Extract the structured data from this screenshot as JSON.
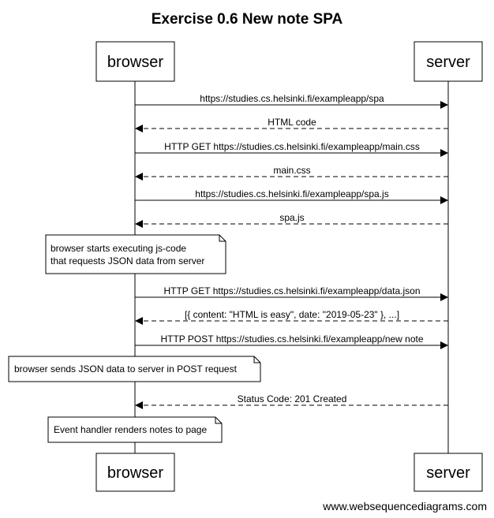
{
  "diagram": {
    "title": "Exercise 0.6 New note SPA",
    "participants": [
      "browser",
      "server"
    ],
    "steps": [
      {
        "kind": "message",
        "from": "browser",
        "to": "server",
        "style": "solid",
        "text": "https://studies.cs.helsinki.fi/exampleapp/spa"
      },
      {
        "kind": "message",
        "from": "server",
        "to": "browser",
        "style": "dashed",
        "text": "HTML code"
      },
      {
        "kind": "message",
        "from": "browser",
        "to": "server",
        "style": "solid",
        "text": "HTTP GET https://studies.cs.helsinki.fi/exampleapp/main.css"
      },
      {
        "kind": "message",
        "from": "server",
        "to": "browser",
        "style": "dashed",
        "text": "main.css"
      },
      {
        "kind": "message",
        "from": "browser",
        "to": "server",
        "style": "solid",
        "text": "https://studies.cs.helsinki.fi/exampleapp/spa.js"
      },
      {
        "kind": "message",
        "from": "server",
        "to": "browser",
        "style": "dashed",
        "text": "spa.js"
      },
      {
        "kind": "note",
        "over": "browser",
        "lines": [
          "browser starts executing js-code",
          "that requests JSON data from server"
        ]
      },
      {
        "kind": "message",
        "from": "browser",
        "to": "server",
        "style": "solid",
        "text": "HTTP GET https://studies.cs.helsinki.fi/exampleapp/data.json"
      },
      {
        "kind": "message",
        "from": "server",
        "to": "browser",
        "style": "dashed",
        "text": "[{ content: \"HTML is easy\", date: \"2019-05-23\" }, ...]"
      },
      {
        "kind": "message",
        "from": "browser",
        "to": "server",
        "style": "solid",
        "text": "HTTP POST https://studies.cs.helsinki.fi/exampleapp/new note"
      },
      {
        "kind": "note",
        "over": "browser",
        "lines": [
          "browser sends JSON data to server in POST request"
        ]
      },
      {
        "kind": "message",
        "from": "server",
        "to": "browser",
        "style": "dashed",
        "text": "Status Code: 201 Created"
      },
      {
        "kind": "note",
        "over": "browser",
        "lines": [
          "Event handler renders notes to page"
        ]
      }
    ]
  },
  "footer": {
    "text": "www.websequencediagrams.com"
  }
}
